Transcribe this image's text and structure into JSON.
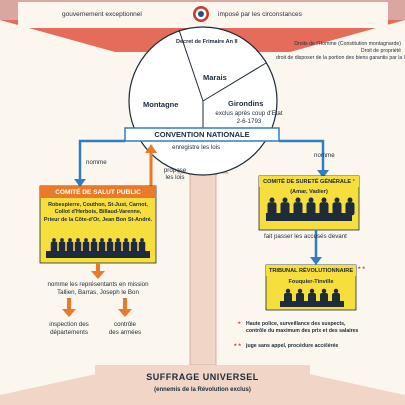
{
  "top": {
    "left_label": "gouvernement exceptionnel",
    "right_label": "imposé par les circonstances",
    "decree": "Décret de Frimaire An II",
    "rights": [
      "Droits de l'Homme (Constitution montagnarde)",
      "Droit de propriété",
      "droit de disposer de la portion des biens garantis par la loi"
    ]
  },
  "convention": {
    "segments": [
      "Montagne",
      "Marais",
      "Girondins"
    ],
    "girondins_note": [
      "exclus après coup d'Etat",
      "2-6-1793"
    ],
    "title": "CONVENTION NATIONALE",
    "subtitle": "enregistre les lois"
  },
  "salut_public": {
    "edge_left": "nomme",
    "edge_right": [
      "propose",
      "les lois"
    ],
    "title": "COMITÉ DE SALUT PUBLIC",
    "members": [
      "Robespierre, Couthon, St-Just, Carnot,",
      "Collot d'Herbois, Billaud-Varenne,",
      "Prieur de la Côte-d'Or, Jean Bon St-André."
    ],
    "names": [
      "nomme les représentants en mission",
      "Tallien, Barras, Joseph le Bon"
    ],
    "leaf_left": [
      "inspection des",
      "départements"
    ],
    "leaf_right": [
      "contrôle",
      "des armées"
    ]
  },
  "surete": {
    "edge": "nomme",
    "title": "COMITÉ DE SURETÉ GÉNÉRALE",
    "star": "*",
    "members": "(Amar, Vadier)",
    "action": "fait passer les accusés devant",
    "tribunal_title": "TRIBUNAL RÉVOLUTIONNAIRE",
    "tribunal_star": "* *",
    "tribunal_member": "Fouquier-Tinville",
    "note1": [
      "Haute police, surveillance des suspects,",
      "contrôle du maximum des prix et des salaires"
    ],
    "note2": "juge sans appel, procédure accélérée",
    "note1_marker": "*",
    "note2_marker": "* *"
  },
  "suffrage": {
    "title": "SUFFRAGE UNIVERSEL",
    "subtitle": "(ennemis de la Révolution exclus)"
  },
  "colors": {
    "orange": "#e87a2a",
    "yellow": "#f6df3c",
    "blue": "#2e7fc2",
    "pink": "#f1d6c8",
    "navy": "#1d2b3a",
    "red": "#c83b2a"
  },
  "icons": [
    "cockade-icon",
    "arrow-icon",
    "people-icon"
  ]
}
